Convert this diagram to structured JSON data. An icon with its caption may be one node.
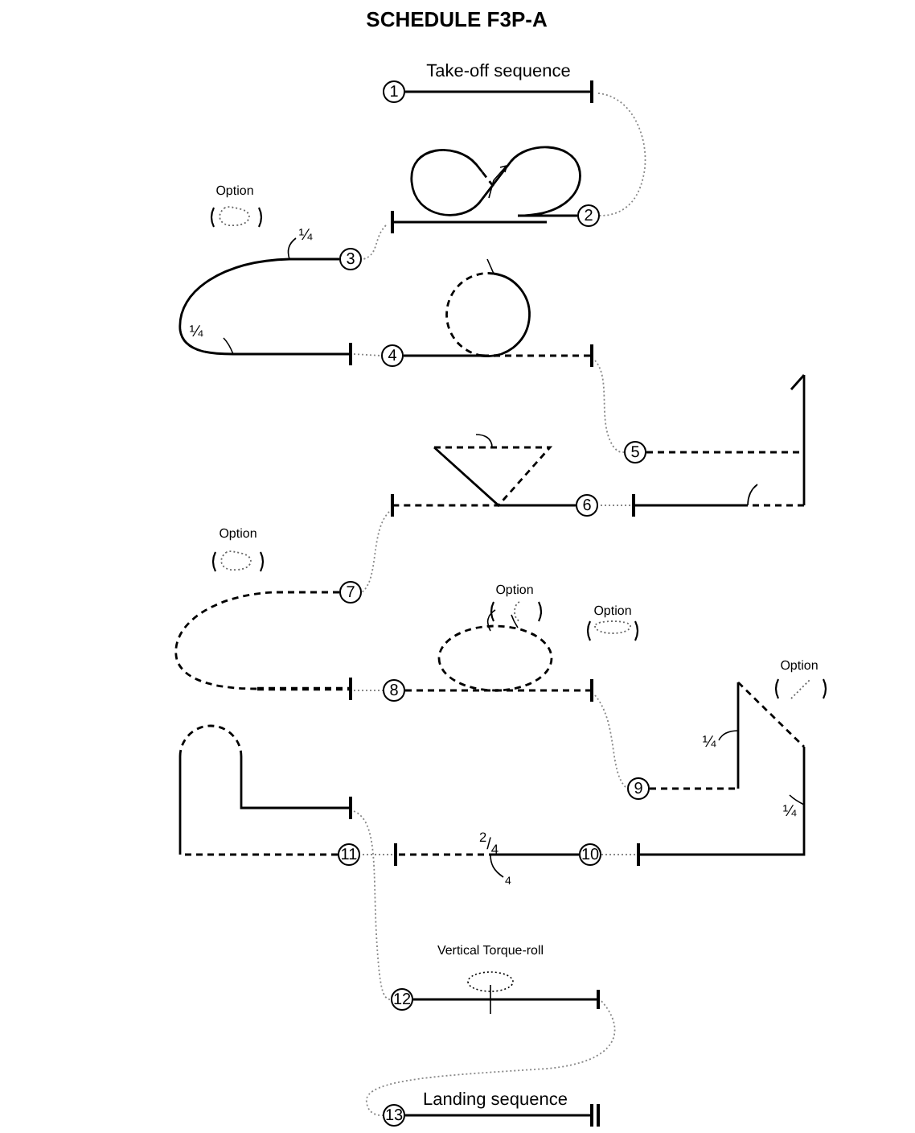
{
  "diagram": {
    "title": "SCHEDULE F3P-A",
    "nodes": [
      {
        "text": [
          "1"
        ],
        "beside": [
          "Take-off sequence"
        ]
      },
      {
        "text": [
          "2"
        ]
      },
      {
        "text": [
          "3"
        ]
      },
      {
        "text": [
          "4"
        ]
      },
      {
        "text": [
          "5"
        ]
      },
      {
        "text": [
          "6"
        ]
      },
      {
        "text": [
          "7"
        ]
      },
      {
        "text": [
          "8"
        ]
      },
      {
        "text": [
          "9"
        ]
      },
      {
        "text": [
          "10"
        ]
      },
      {
        "text": [
          "11"
        ]
      },
      {
        "text": [
          "12"
        ]
      },
      {
        "text": [
          "13"
        ],
        "beside": [
          "Landing sequence"
        ]
      }
    ],
    "edges": [
      {
        "from": 0,
        "to": 1,
        "arrow": "none",
        "style": "dashed"
      },
      {
        "from": 1,
        "to": 2,
        "arrow": "none",
        "style": "dashed"
      },
      {
        "from": 2,
        "to": 3,
        "arrow": "none",
        "style": "dashed"
      },
      {
        "from": 3,
        "to": 4,
        "arrow": "none",
        "style": "dashed"
      },
      {
        "from": 4,
        "to": 5,
        "arrow": "none",
        "style": "dashed"
      },
      {
        "from": 5,
        "to": 6,
        "arrow": "none",
        "style": "dashed"
      },
      {
        "from": 6,
        "to": 7,
        "arrow": "none",
        "style": "dashed"
      },
      {
        "from": 7,
        "to": 8,
        "arrow": "none",
        "style": "dashed"
      },
      {
        "from": 8,
        "to": 9,
        "arrow": "none",
        "style": "dashed"
      },
      {
        "from": 9,
        "to": 10,
        "arrow": "none",
        "style": "dashed"
      },
      {
        "from": 10,
        "to": 11,
        "arrow": "none",
        "style": "dashed"
      },
      {
        "from": 11,
        "to": 12,
        "arrow": "none",
        "style": "dashed"
      }
    ],
    "labels": [
      "Option",
      "¼",
      "¼",
      "Option",
      "Option",
      "Option",
      "Option",
      "¼",
      "¼",
      "$^{2}$/$_{4}$",
      "4",
      "Vertical Torque-roll"
    ]
  }
}
